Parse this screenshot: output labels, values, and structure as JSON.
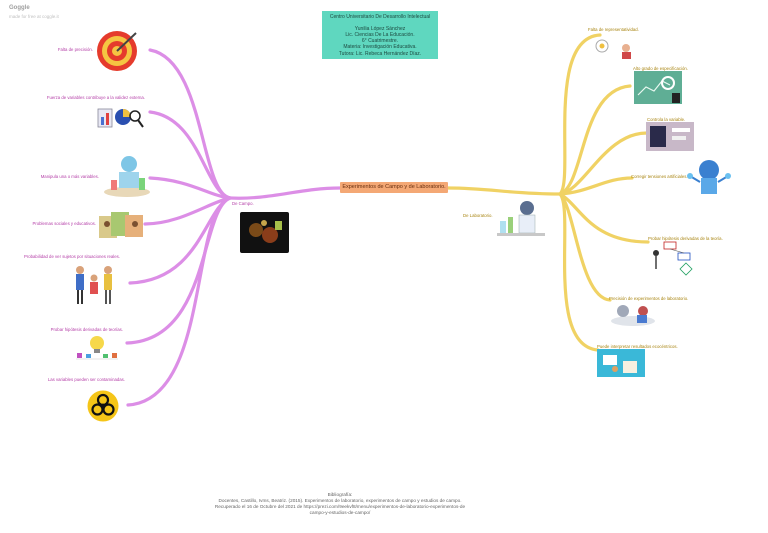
{
  "brand": {
    "name": "Goggle",
    "tagline": "made for free at coggle.it"
  },
  "info_box": {
    "lines": [
      "Centro Universitario De Desarrollo Intelectual",
      "",
      "Yunilia López Sánchez",
      "Lic. Ciencias De La Educación.",
      "6° Cuatrimestre.",
      "Materia: Investigación Educativa.",
      "Tutora: Lic. Rebeca Hernández Díaz."
    ]
  },
  "central_topic": "Experimentos de Campo y de Laboratorio.",
  "left_branch": {
    "label": "De Campo.",
    "items": [
      "Falta de precisión.",
      "Fuerza de variables contribuye a la validez externa.",
      "Manipula una o más variables.",
      "Problemas sociales y educativos.",
      "Probabilidad de ver sujetos por situaciones reales.",
      "Probar hipótesis derivadas de teorías.",
      "Las variables pueden ser contaminadas."
    ]
  },
  "right_branch": {
    "label": "De Laboratorio.",
    "items": [
      "Falta de representatividad.",
      "Alto grado de especificación.",
      "Controla la variable.",
      "Corregir tensiones artificiales.",
      "Probar hipótesis derivadas de la teoría.",
      "Precisión de experimentos de laboratorio.",
      "Puede interpretar resultados ecocéntricos."
    ]
  },
  "bibliography": {
    "lines": [
      "Bibliografía:",
      "Docentes, Castillo, Ivms, Beatriz. (2015). Experimentos de laboratorio, experimentos de campo y estudios de campo.",
      "Recuperado el 16 de Octubre del 2021 de https://prezi.com/9eekvf8/menu/experimentos-de-laboratorio-experimentos-de",
      "campo-y-estudios-de-campo/"
    ]
  },
  "colors": {
    "left_branch": "#dc8ee6",
    "right_branch": "#f0d264",
    "central": "#f4a875",
    "info_box": "#5fd7bf"
  }
}
